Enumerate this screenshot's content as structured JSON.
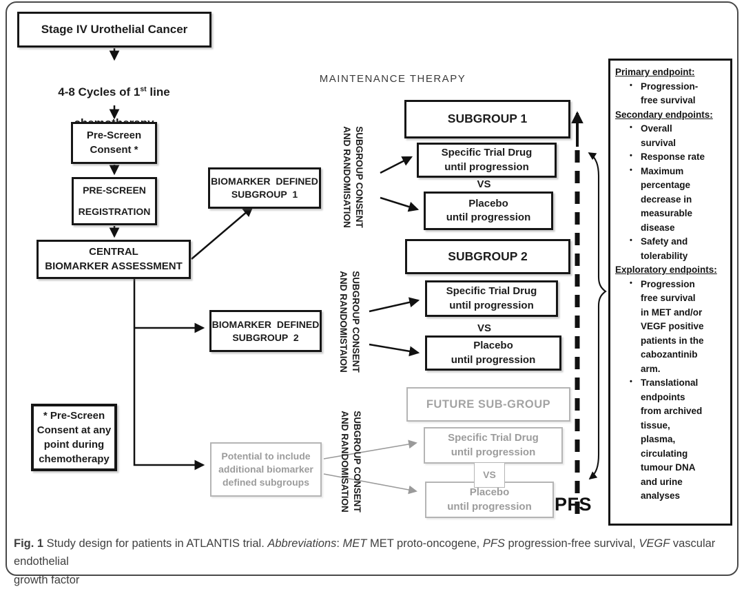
{
  "figure": {
    "pre": {
      "stage_box": "Stage IV Urothelial Cancer",
      "chemo_line1_pre": "4-8 Cycles of 1",
      "chemo_sup": "st",
      "chemo_line1_post": " line",
      "chemo_line2": "chemotherapy",
      "pre_screen_consent": "Pre-Screen\nConsent *",
      "pre_screen_registration": "PRE-SCREEN\nREGISTRATION",
      "central_biomarker": "CENTRAL\nBIOMARKER  ASSESSMENT",
      "biomarker_subgroup_1": "BIOMARKER DEFINED\nSUBGROUP 1",
      "biomarker_subgroup_2": "BIOMARKER DEFINED\nSUBGROUP 2",
      "consent_note": "* Pre-Screen\nConsent at any\npoint during\nchemotherapy",
      "potential_note": "Potential to include\nadditional biomarker\ndefined subgroups"
    },
    "maintenance": {
      "title": "MAINTENANCE THERAPY",
      "rotated_labels": [
        "SUBGROUP CONSENT\nAND RANDOMISATION",
        "SUBGROUP CONSENT\nAND RANDOMISTAION",
        "SUBGROUP CONSENT\nAND RANDOMISATION"
      ],
      "subgroup1": {
        "title": "SUBGROUP 1",
        "drug": "Specific Trial Drug\nuntil progression",
        "vs": "VS",
        "placebo": "Placebo\nuntil progression"
      },
      "subgroup2": {
        "title": "SUBGROUP 2",
        "drug": "Specific Trial Drug\nuntil progression",
        "vs": "VS",
        "placebo": "Placebo\nuntil progression"
      },
      "future": {
        "title": "FUTURE SUB-GROUP",
        "drug": "Specific Trial Drug\nuntil progression",
        "vs": "VS",
        "placebo": "Placebo\nuntil progression"
      },
      "pfs_label": "PFS"
    },
    "endpoints": {
      "sections": [
        {
          "heading": "Primary endpoint:",
          "items": [
            "Progression-\nfree survival"
          ]
        },
        {
          "heading": "Secondary endpoints:",
          "items": [
            "Overall\nsurvival",
            "Response rate",
            "Maximum\npercentage\ndecrease in\nmeasurable\ndisease",
            "Safety and\ntolerability"
          ]
        },
        {
          "heading": "Exploratory endpoints:",
          "items": [
            "Progression\nfree survival\nin MET and/or\nVEGF positive\npatients in the\ncabozantinib\narm.",
            "Translational\nendpoints\nfrom archived\ntissue,\nplasma,\ncirculating\ntumour DNA\nand urine\nanalyses"
          ]
        }
      ]
    },
    "caption": {
      "parts": [
        {
          "t": "Fig. 1"
        },
        {
          "t": " Study design for patients in ATLANTIS trial. "
        },
        {
          "t": "Abbreviations"
        },
        {
          "t": ": "
        },
        {
          "t": "MET"
        },
        {
          "t": " MET proto-oncogene, "
        },
        {
          "t": "PFS"
        },
        {
          "t": " progression-free survival, "
        },
        {
          "t": "VEGF"
        },
        {
          "t": " vascular endothelial"
        },
        {
          "t": "growth factor"
        }
      ]
    },
    "colors": {
      "box_border": "#161616",
      "gray": "#9c9c9c",
      "caption_text": "#3f3f3f"
    }
  }
}
